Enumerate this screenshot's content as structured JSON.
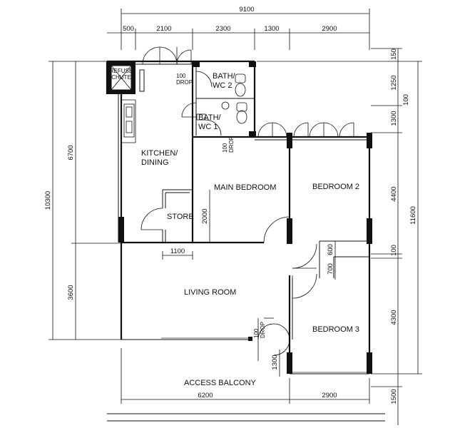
{
  "rooms": {
    "kitchen": [
      "KITCHEN/",
      "DINING"
    ],
    "main_bedroom": "MAIN BEDROOM",
    "bedroom2": "BEDROOM 2",
    "bedroom3": "BEDROOM 3",
    "living": "LIVING ROOM",
    "store": "STORE",
    "bath2": [
      "BATH/",
      "WC 2"
    ],
    "bath1": [
      "BATH/",
      "WC 1"
    ],
    "refuse": [
      "REFUSE",
      "CHUTE"
    ],
    "balcony": "ACCESS BALCONY"
  },
  "drops": {
    "top": [
      "100",
      "DROP"
    ],
    "wc1": [
      "100",
      "DROP"
    ],
    "living": [
      "100",
      "DROP"
    ]
  },
  "dims": {
    "overall_width": "9100",
    "top_segments": [
      "500",
      "2100",
      "2300",
      "1300",
      "2900"
    ],
    "right_segments": [
      "150",
      "1250",
      "100",
      "1300",
      "4400",
      "100",
      "4300",
      "1500"
    ],
    "right_total": "11600",
    "left_total": "10300",
    "left_segments": [
      "6700",
      "3600"
    ],
    "store_width": "1100",
    "store_depth": "2000",
    "door_600": "600",
    "door_700": "700",
    "entry_1300": "1300",
    "bottom_segments": [
      "6200",
      "2900"
    ]
  }
}
